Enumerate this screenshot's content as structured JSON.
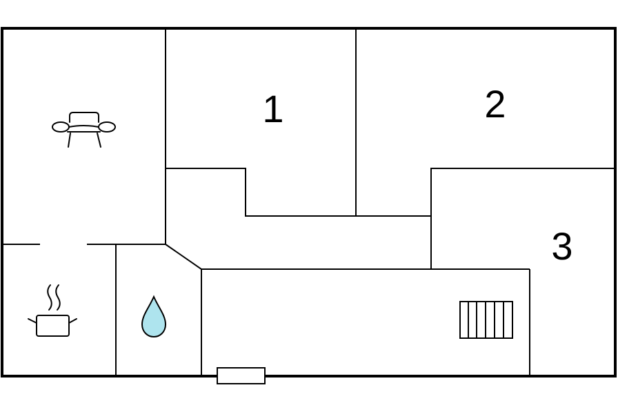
{
  "rooms": [
    {
      "id": "1",
      "label": "1"
    },
    {
      "id": "2",
      "label": "2"
    },
    {
      "id": "3",
      "label": "3"
    }
  ],
  "icons": {
    "living": "sofa-icon",
    "kitchen": "cooking-pot-icon",
    "bathroom": "water-drop-icon",
    "stairs": "stairs-icon",
    "entrance": "entrance-door-icon"
  },
  "colors": {
    "wall": "#000000",
    "background": "#ffffff",
    "water": "#aee4ee"
  }
}
